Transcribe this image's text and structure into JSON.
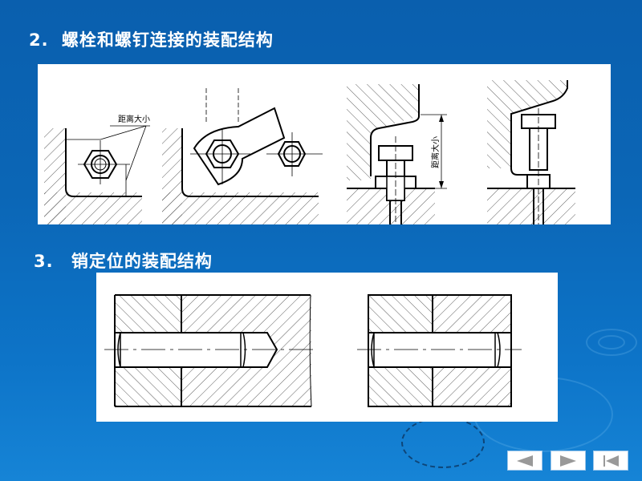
{
  "section2": {
    "number": "2.",
    "title": "螺栓和螺钉连接的装配结构",
    "figures": [
      {
        "id": "fig-a",
        "annotation": "距离大小"
      },
      {
        "id": "fig-b"
      },
      {
        "id": "fig-c",
        "annotation": "距离大小"
      },
      {
        "id": "fig-d"
      }
    ]
  },
  "section3": {
    "number": "3.",
    "title": "销定位的装配结构",
    "figures": [
      {
        "id": "fig-pin-blind"
      },
      {
        "id": "fig-pin-through"
      }
    ]
  },
  "navigation": {
    "prev_label": "◀",
    "next_label": "▶",
    "first_label": "|◀"
  },
  "colors": {
    "background": "#0b66b6",
    "title_text": "#ffffff",
    "panel": "#ffffff",
    "nav_icon": "#999999"
  }
}
